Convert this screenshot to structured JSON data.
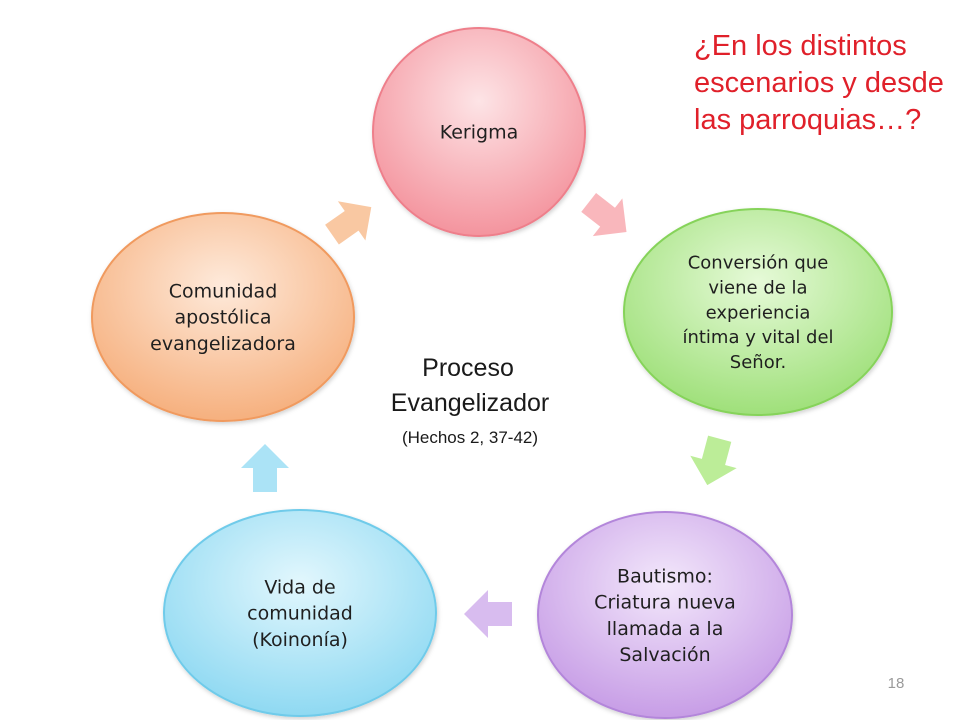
{
  "question": "¿En los distintos escenarios y desde las parroquias…?",
  "center": {
    "title_line1": "Proceso",
    "title_line2": "Evangelizador",
    "reference": "(Hechos 2, 37-42)"
  },
  "nodes": [
    {
      "name": "kerigma",
      "lines": [
        "Kerigma"
      ],
      "fill_light": "#fde4e6",
      "fill_dark": "#f4949e"
    },
    {
      "name": "conversion",
      "lines": [
        "Conversión que",
        "viene de la",
        "experiencia",
        "íntima y vital del",
        "Señor."
      ],
      "fill_light": "#e6fad8",
      "fill_dark": "#9fe07a"
    },
    {
      "name": "bautismo",
      "lines": [
        "Bautismo:",
        "Criatura nueva",
        "llamada a la",
        "Salvación"
      ],
      "fill_light": "#f3e8fb",
      "fill_dark": "#c79de6"
    },
    {
      "name": "vida-comunidad",
      "lines": [
        "Vida de",
        "comunidad",
        "(Koinonía)"
      ],
      "fill_light": "#e2f7fd",
      "fill_dark": "#8fd9f2"
    },
    {
      "name": "comunidad-apostolica",
      "lines": [
        "Comunidad",
        "apostólica",
        "evangelizadora"
      ],
      "fill_light": "#feeadb",
      "fill_dark": "#f6b07e"
    }
  ],
  "arrow_colors": [
    "#f9b3b8",
    "#b8ec92",
    "#d6b8ee",
    "#a6e2f6",
    "#f9c59d"
  ],
  "slide_number": "18"
}
